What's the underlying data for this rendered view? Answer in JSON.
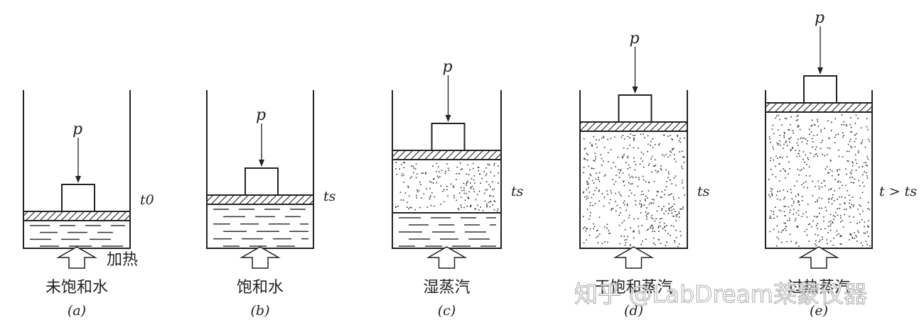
{
  "figure": {
    "heat_label": "加热",
    "panels": [
      {
        "id": "a",
        "force_label": "p",
        "temp_label": "t0",
        "caption": "未饱和水",
        "tag": "(a)",
        "content": "water",
        "water_fraction": 1.0
      },
      {
        "id": "b",
        "force_label": "p",
        "temp_label": "ts",
        "caption": "饱和水",
        "tag": "(b)",
        "content": "water",
        "water_fraction": 1.0
      },
      {
        "id": "c",
        "force_label": "p",
        "temp_label": "ts",
        "caption": "湿蒸汽",
        "tag": "(c)",
        "content": "mixed",
        "water_fraction": 0.4
      },
      {
        "id": "d",
        "force_label": "p",
        "temp_label": "ts",
        "caption": "干饱和蒸汽",
        "tag": "(d)",
        "content": "steam",
        "water_fraction": 0.0
      },
      {
        "id": "e",
        "force_label": "p",
        "temp_label": "t > ts",
        "caption": "过热蒸汽",
        "tag": "(e)",
        "content": "steam",
        "water_fraction": 0.0
      }
    ]
  },
  "watermark": {
    "text": "知乎 @LabDream莱蒙仪器"
  },
  "colors": {
    "line": "#222222",
    "dot": "#333333"
  }
}
